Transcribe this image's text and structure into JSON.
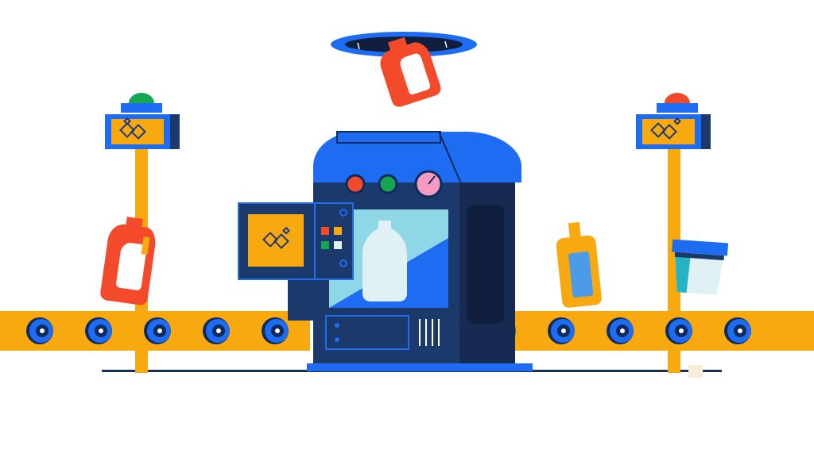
{
  "scene": {
    "description_free": true
  },
  "colors": {
    "background": "#ffffff",
    "conveyor_belt": "#f7a90f",
    "roller_outer": "#1d6cf2",
    "roller_inner": "#0f2a5c",
    "roller_core": "#ffffff",
    "floor_line": "#1b2f5e",
    "pole": "#f7a90f",
    "sensor_body": "#1d6cf2",
    "sensor_screen": "#f7a90f",
    "sensor_icon": "#1b3a7a",
    "lamp_green": "#15a651",
    "lamp_red": "#f24a2b",
    "machine_dark": "#1b3a6b",
    "machine_navy": "#172a52",
    "machine_blue": "#1d6cf2",
    "window_glass": "#8fd7e6",
    "bottle_white": "#dff1f5",
    "detergent_red": "#f24a2b",
    "bleach_yellow": "#f7a90f",
    "bleach_blue": "#4c9be8",
    "tub_teal": "#27b3c6",
    "tub_lid": "#1b3a6b",
    "portal_blue": "#1d6cf2",
    "portal_hole": "#0f1f3d",
    "gauge_pink": "#f59ac0",
    "button_red": "#f24a2b",
    "button_green": "#15a651"
  },
  "icons": [
    "conveyor-belt",
    "packaging-machine",
    "sensor-sign-left",
    "sensor-sign-right",
    "green-lamp",
    "red-lamp",
    "portal",
    "detergent-bottle",
    "bleach-bottle",
    "cleaning-tub",
    "pressure-gauge",
    "control-panel"
  ]
}
